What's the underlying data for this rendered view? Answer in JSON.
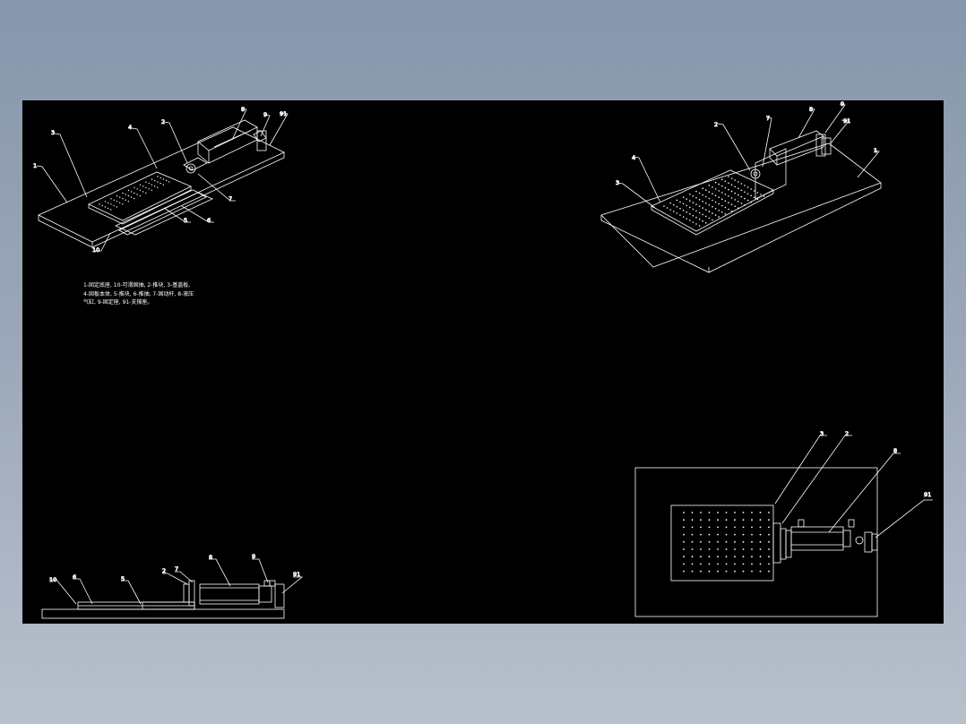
{
  "background_color": "#8f9cb0",
  "canvas_color": "#000000",
  "line_color": "#ffffff",
  "legend_text": "1-固定底座, 10-可滑固抽, 2-推块, 3-基盖板,\n 4-固板本体, 5-推块, 6-推抽, 7-固动杆, 8-液压\n 气缸, 9-固定座, 91-支撑座。",
  "views": {
    "iso_left": {
      "callouts": [
        "1",
        "3",
        "4",
        "2",
        "8",
        "9",
        "91",
        "7",
        "6",
        "5",
        "10"
      ]
    },
    "iso_right": {
      "callouts": [
        "2",
        "7",
        "8",
        "9",
        "91",
        "1",
        "4",
        "3"
      ]
    },
    "front": {
      "callouts": [
        "10",
        "6",
        "5",
        "2",
        "7",
        "8",
        "9",
        "91"
      ]
    },
    "top": {
      "callouts": [
        "3",
        "2",
        "8",
        "91"
      ]
    }
  }
}
